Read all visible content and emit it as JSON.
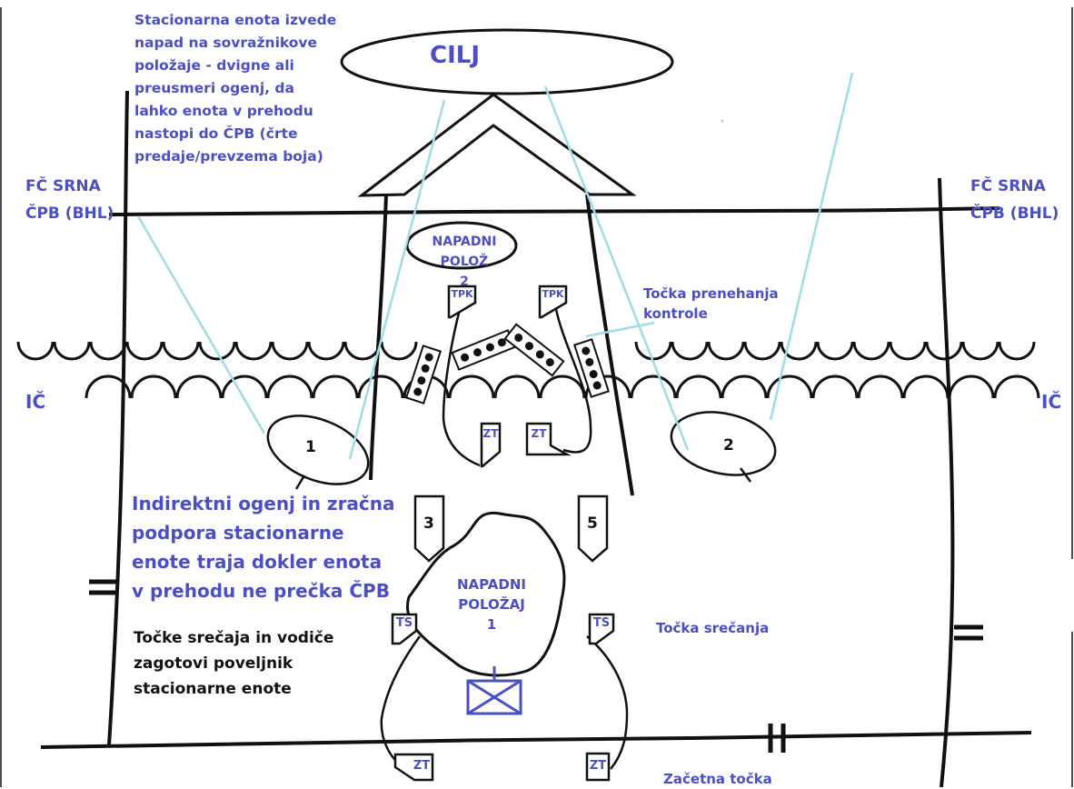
{
  "colors": {
    "accent": "#4b4fc4",
    "line": "#111111",
    "cyan": "#9fdde3"
  },
  "labels": {
    "objective": "CILJ",
    "fc_left": "FČ SRNA\nČPB (BHL)",
    "fc_right": "FČ SRNA\nČPB (BHL)",
    "ic_left": "IČ",
    "ic_right": "IČ",
    "attack_pos_2": "NAPADNI POLOŽ\n2",
    "attack_pos_1": "NAPADNI\nPOLOŽAJ\n1",
    "stationary_note": "Stacionarna enota izvede\nnapad na sovražnikove\npoložaje - dvigne ali\npreusmeri ogenj, da\nlahko enota v prehodu\nnastopi do ČPB (črte\npredaje/prevzema boja)",
    "fire_support_note": "Indirektni ogenj in zračna\npodpora stacionarne\nenote traja dokler enota\nv prehodu ne prečka ČPB",
    "commander_note": "Točke srečaja in vodiče\nzagotovi poveljnik\nstacionarne enote",
    "control_end_point": "Točka prenehanja\nkontrole",
    "meeting_point": "Točka srečanja",
    "start_point": "Začetna točka"
  },
  "markers": {
    "tpk_left": "TPK",
    "tpk_right": "TPK",
    "zt_upper_left": "ZT",
    "zt_upper_right": "ZT",
    "ts_left": "TS",
    "ts_right": "TS",
    "zt_bottom_left": "ZT",
    "zt_bottom_right": "ZT"
  },
  "numbers": {
    "pos1": "1",
    "pos2": "2",
    "arrow3": "3",
    "arrow5": "5"
  }
}
